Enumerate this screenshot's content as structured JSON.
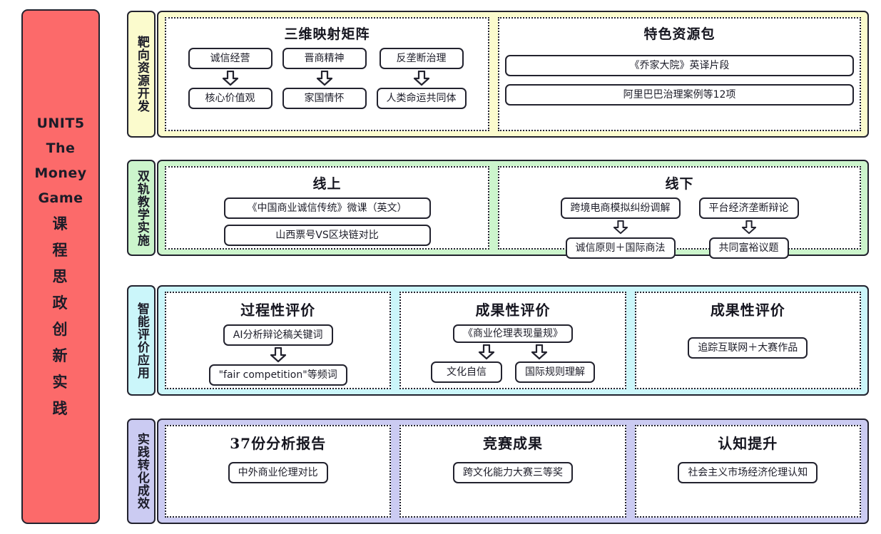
{
  "banner": {
    "lines": [
      "UNIT5",
      "The",
      "Money",
      "Game",
      "课",
      "程",
      "思",
      "政",
      "创",
      "新",
      "实",
      "践"
    ],
    "color": "#fc6a6a"
  },
  "rows": [
    {
      "id": "row1",
      "label": "靶向资源开发",
      "color": "#fbfbcd",
      "panels": [
        {
          "title": "三维映射矩阵",
          "columns": [
            {
              "top": "诚信经营",
              "bottom": "核心价值观"
            },
            {
              "top": "晋商精神",
              "bottom": "家国情怀"
            },
            {
              "top": "反垄断治理",
              "bottom": "人类命运共同体"
            }
          ]
        },
        {
          "title": "特色资源包",
          "items": [
            "《乔家大院》英译片段",
            "阿里巴巴治理案例等12项"
          ]
        }
      ]
    },
    {
      "id": "row2",
      "label": "双轨教学实施",
      "color": "#ccf5cc",
      "panels": [
        {
          "title": "线上",
          "items": [
            "《中国商业诚信传统》微课（英文）",
            "山西票号VS区块链对比"
          ]
        },
        {
          "title": "线下",
          "columns": [
            {
              "top": "跨境电商模拟纠纷调解",
              "bottom": "诚信原则＋国际商法"
            },
            {
              "top": "平台经济垄断辩论",
              "bottom": "共同富裕议题"
            }
          ]
        }
      ]
    },
    {
      "id": "row3",
      "label": "智能评价应用",
      "color": "#cbf6fa",
      "panels": [
        {
          "title": "过程性评价",
          "columns": [
            {
              "top": "AI分析辩论稿关键词",
              "bottom": "\"fair competition\"等频词"
            }
          ]
        },
        {
          "title": "成果性评价",
          "branch": {
            "top": "《商业伦理表现量规》",
            "children": [
              "文化自信",
              "国际规则理解"
            ]
          }
        },
        {
          "title": "成果性评价",
          "items": [
            "追踪互联网＋大赛作品"
          ]
        }
      ]
    },
    {
      "id": "row4",
      "label": "实践转化成效",
      "color": "#cbcbf2",
      "panels": [
        {
          "title": "37份分析报告",
          "items": [
            "中外商业伦理对比"
          ]
        },
        {
          "title": "竞赛成果",
          "items": [
            "跨文化能力大赛三等奖"
          ]
        },
        {
          "title": "认知提升",
          "items": [
            "社会主义市场经济伦理认知"
          ]
        }
      ]
    }
  ]
}
